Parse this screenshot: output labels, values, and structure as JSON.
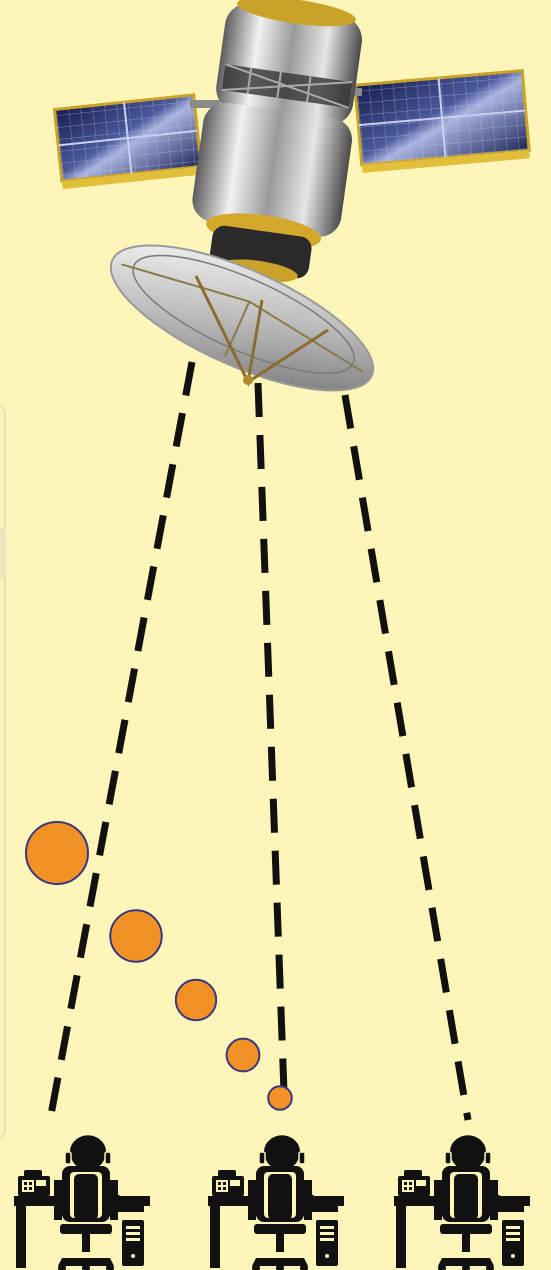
{
  "diagram": {
    "background_color": "#fdf6b8",
    "beam_color": "#111111",
    "particle_fill": "#f39224",
    "particle_stroke": "#3c3580",
    "icons": {
      "satellite": "satellite-icon",
      "terminal": "operator-workstation-icon"
    },
    "ground_stations": [
      {
        "id": "left"
      },
      {
        "id": "center"
      },
      {
        "id": "right"
      }
    ],
    "particles": [
      {
        "size": 1.0
      },
      {
        "size": 0.83
      },
      {
        "size": 0.65
      },
      {
        "size": 0.53
      },
      {
        "size": 0.38
      }
    ]
  }
}
